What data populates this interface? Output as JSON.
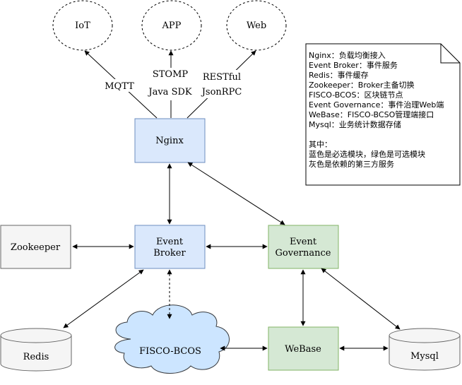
{
  "clients": {
    "iot": "IoT",
    "app": "APP",
    "web": "Web"
  },
  "protocols": {
    "mqtt": "MQTT",
    "stomp": "STOMP",
    "java_sdk": "Java SDK",
    "restful": "RESTful",
    "jsonrpc": "JsonRPC"
  },
  "nodes": {
    "nginx": "Nginx",
    "event_broker_line1": "Event",
    "event_broker_line2": "Broker",
    "event_governance_line1": "Event",
    "event_governance_line2": "Governance",
    "zookeeper": "Zookeeper",
    "redis": "Redis",
    "fisco_bcos": "FISCO-BCOS",
    "webase": "WeBase",
    "mysql": "Mysql"
  },
  "note": {
    "lines": [
      "Nginx：负载均衡接入",
      "Event Broker：事件服务",
      "Redis：事件缓存",
      "Zookeeper：Broker主备切换",
      "FISCO-BCOS：区块链节点",
      "Event Governance：事件治理Web端",
      "WeBase：FISCO-BCSO管理端接口",
      "Mysql：业务统计数据存储",
      "",
      "其中：",
      "蓝色是必选模块，绿色是可选模块",
      "灰色是依赖的第三方服务"
    ]
  },
  "colors": {
    "blue_fill": "#dae8fc",
    "blue_stroke": "#6c8ebf",
    "green_fill": "#d5e8d4",
    "green_stroke": "#82b366",
    "gray_fill": "#f5f5f5",
    "gray_stroke": "#666666",
    "cloud_fill": "#cce5ff",
    "cloud_stroke": "#36393d"
  }
}
